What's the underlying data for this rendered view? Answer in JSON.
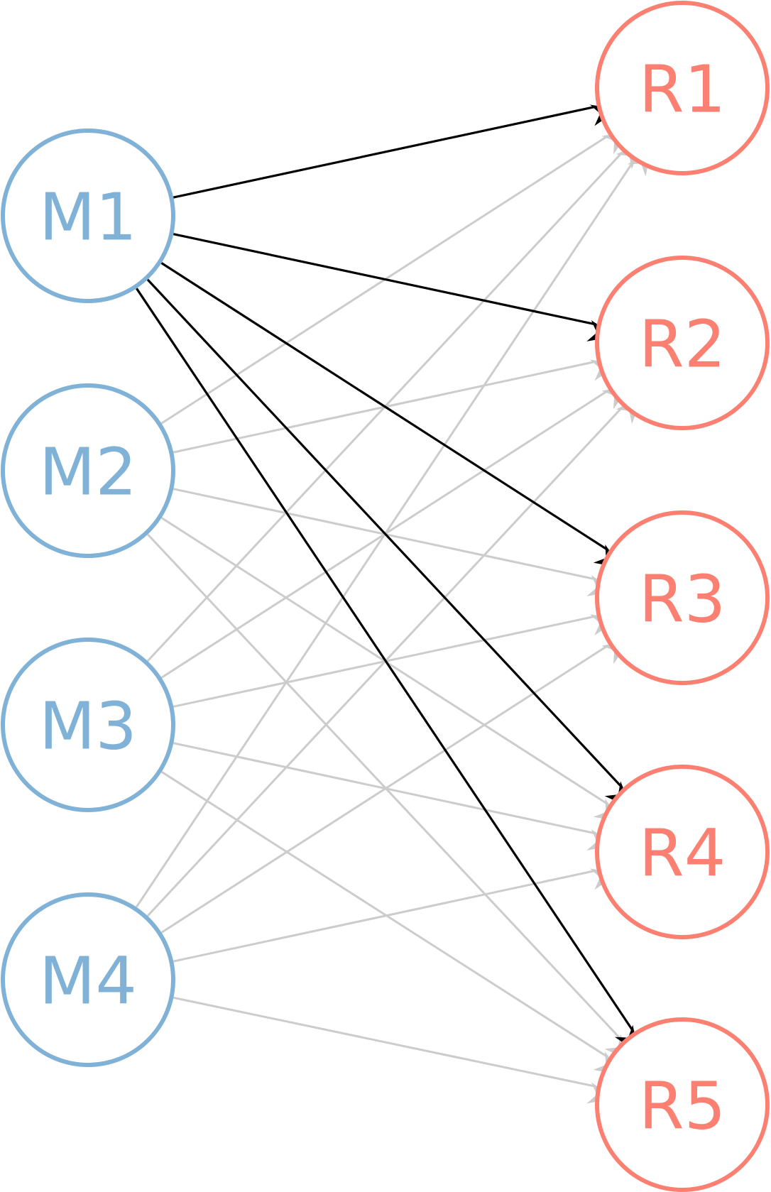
{
  "diagram": {
    "type": "bipartite-graph",
    "colors": {
      "left_node": "#80b1d6",
      "right_node": "#fb8072",
      "highlight_edge": "#000000",
      "faded_edge": "#cccccc",
      "background": "#ffffff"
    },
    "left_nodes": [
      {
        "id": "M1",
        "label": "M1"
      },
      {
        "id": "M2",
        "label": "M2"
      },
      {
        "id": "M3",
        "label": "M3"
      },
      {
        "id": "M4",
        "label": "M4"
      }
    ],
    "right_nodes": [
      {
        "id": "R1",
        "label": "R1"
      },
      {
        "id": "R2",
        "label": "R2"
      },
      {
        "id": "R3",
        "label": "R3"
      },
      {
        "id": "R4",
        "label": "R4"
      },
      {
        "id": "R5",
        "label": "R5"
      }
    ],
    "edges": [
      {
        "from": "M1",
        "to": "R1",
        "highlight": true
      },
      {
        "from": "M1",
        "to": "R2",
        "highlight": true
      },
      {
        "from": "M1",
        "to": "R3",
        "highlight": true
      },
      {
        "from": "M1",
        "to": "R4",
        "highlight": true
      },
      {
        "from": "M1",
        "to": "R5",
        "highlight": true
      },
      {
        "from": "M2",
        "to": "R1",
        "highlight": false
      },
      {
        "from": "M2",
        "to": "R2",
        "highlight": false
      },
      {
        "from": "M2",
        "to": "R3",
        "highlight": false
      },
      {
        "from": "M2",
        "to": "R4",
        "highlight": false
      },
      {
        "from": "M2",
        "to": "R5",
        "highlight": false
      },
      {
        "from": "M3",
        "to": "R1",
        "highlight": false
      },
      {
        "from": "M3",
        "to": "R2",
        "highlight": false
      },
      {
        "from": "M3",
        "to": "R3",
        "highlight": false
      },
      {
        "from": "M3",
        "to": "R4",
        "highlight": false
      },
      {
        "from": "M3",
        "to": "R5",
        "highlight": false
      },
      {
        "from": "M4",
        "to": "R1",
        "highlight": false
      },
      {
        "from": "M4",
        "to": "R2",
        "highlight": false
      },
      {
        "from": "M4",
        "to": "R3",
        "highlight": false
      },
      {
        "from": "M4",
        "to": "R4",
        "highlight": false
      },
      {
        "from": "M4",
        "to": "R5",
        "highlight": false
      }
    ]
  }
}
